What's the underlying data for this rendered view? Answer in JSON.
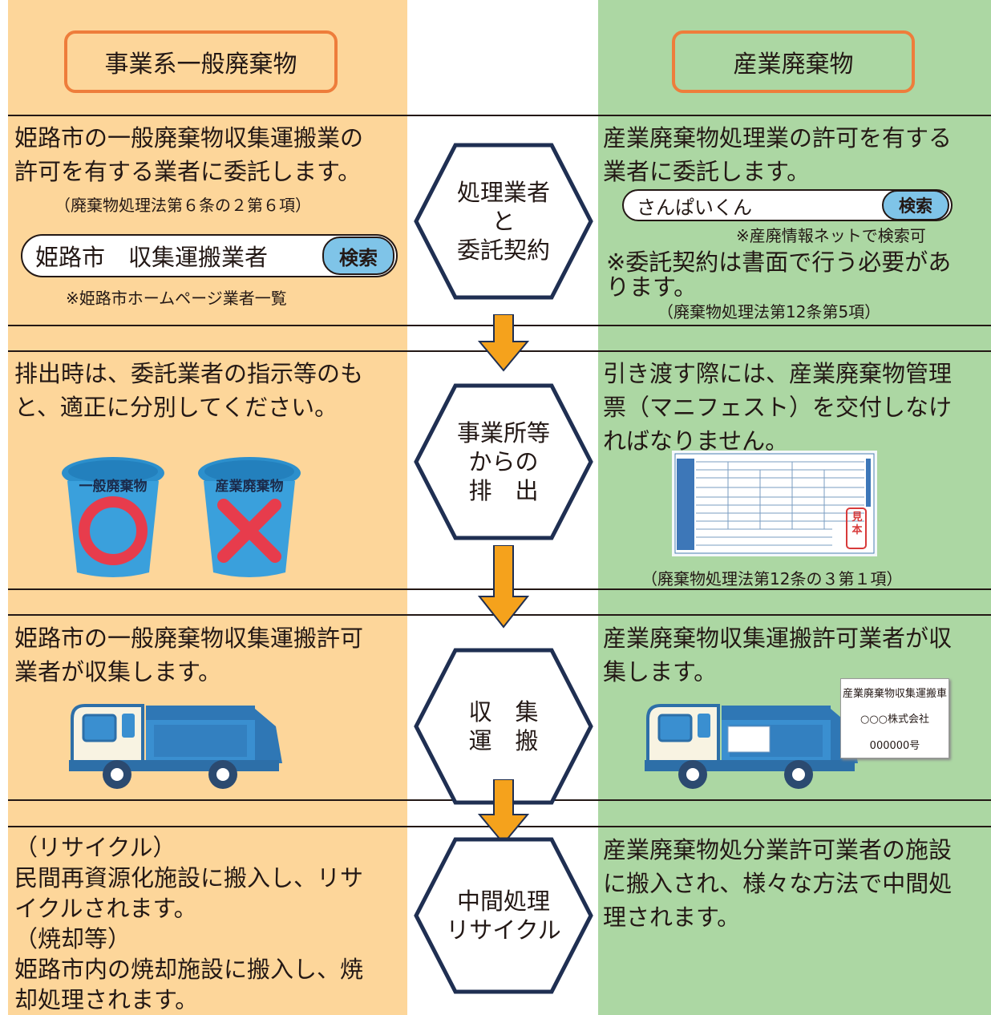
{
  "headers": {
    "left": "事業系一般廃棄物",
    "right": "産業廃棄物"
  },
  "steps": [
    {
      "hex_lines": [
        "処理業者",
        "と",
        "委託契約"
      ],
      "left": {
        "lines": [
          "姫路市の一般廃棄物収集運搬業の",
          "許可を有する業者に委託します。"
        ],
        "law": "（廃棄物処理法第６条の２第６項）",
        "search_query": "姫路市　収集運搬業者",
        "search_button": "検索",
        "note": "※姫路市ホームページ業者一覧"
      },
      "right": {
        "lines": [
          "産業廃棄物処理業の許可を有する",
          "業者に委託します。"
        ],
        "search_query": "さんぱいくん",
        "search_button": "検索",
        "search_note": "※産廃情報ネットで検索可",
        "note_lines": [
          "※委託契約は書面で行う必要があ",
          "ります。"
        ],
        "law": "（廃棄物処理法第12条第5項）"
      }
    },
    {
      "hex_lines": [
        "事業所等",
        "からの",
        "排　出"
      ],
      "left": {
        "lines": [
          "排出時は、委託業者の指示等のも",
          "と、適正に分別してください。"
        ],
        "bin_ok_label": "一般廃棄物",
        "bin_ng_label": "産業廃棄物"
      },
      "right": {
        "lines": [
          "引き渡す際には、産業廃棄物管理",
          "票（マニフェスト）を交付しなけ",
          "ればなりません。"
        ],
        "manifest_stamp": "見本",
        "law": "（廃棄物処理法第12条の３第１項）"
      }
    },
    {
      "hex_lines": [
        "収　集",
        "運　搬"
      ],
      "left": {
        "lines": [
          "姫路市の一般廃棄物収集運搬許可",
          "業者が収集します。"
        ]
      },
      "right": {
        "lines": [
          "産業廃棄物収集運搬許可業者が収",
          "集します。"
        ],
        "sign_lines": [
          "産業廃棄物収集運搬車",
          "○○○株式会社",
          "000000号"
        ]
      }
    },
    {
      "hex_lines": [
        "中間処理",
        "リサイクル"
      ],
      "left": {
        "lines": [
          "（リサイクル）",
          "民間再資源化施設に搬入し、リサ",
          "イクルされます。",
          "（焼却等）",
          "姫路市内の焼却施設に搬入し、焼",
          "却処理されます。"
        ]
      },
      "right": {
        "lines": [
          "産業廃棄物処分業許可業者の施設",
          "に搬入され、様々な方法で中間処",
          "理されます。"
        ]
      }
    }
  ],
  "colors": {
    "left_bg": "#fdd69a",
    "right_bg": "#acd7a3",
    "header_border": "#ee7d3b",
    "arrow": "#f5a21c",
    "hex_stroke": "#1f2f52",
    "bin_blue": "#3aa0dc",
    "ok_mark": "#e73c4c",
    "ng_mark": "#e73c4c"
  },
  "icons": [
    "trash-bin-icon",
    "truck-icon",
    "manifest-form-icon",
    "down-arrow-icon"
  ]
}
